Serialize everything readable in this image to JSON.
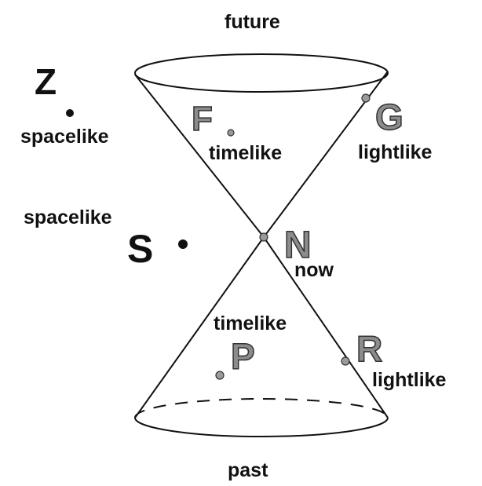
{
  "labels": {
    "future": "future",
    "past": "past",
    "now": "now",
    "timelike_upper": "timelike",
    "timelike_lower": "timelike",
    "lightlike_upper": "lightlike",
    "lightlike_lower": "lightlike",
    "spacelike_z": "spacelike",
    "spacelike_s": "spacelike"
  },
  "points": {
    "Z": "Z",
    "S": "S",
    "F": "F",
    "G": "G",
    "N": "N",
    "P": "P",
    "R": "R"
  },
  "colors": {
    "line": "#111111",
    "point_fill": "#9a9a9a",
    "letter_fill": "#8c8c8c",
    "letter_stroke": "#333333",
    "dark_letter": "#111111"
  }
}
